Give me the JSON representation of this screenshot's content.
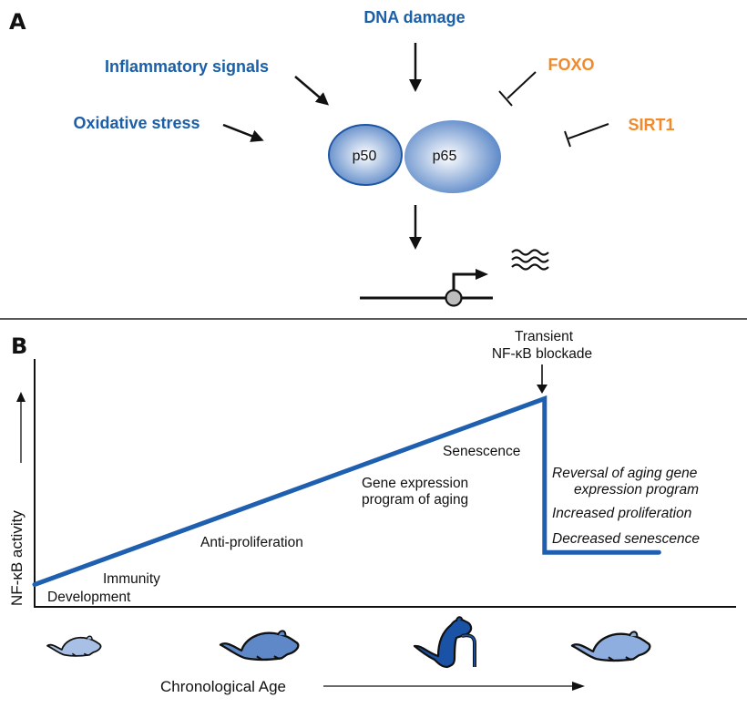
{
  "figure": {
    "panel_a": {
      "label": "A",
      "activators": [
        {
          "id": "dna-damage",
          "text": "DNA damage"
        },
        {
          "id": "inflammatory-signals",
          "text": "Inflammatory signals"
        },
        {
          "id": "oxidative-stress",
          "text": "Oxidative stress"
        }
      ],
      "inhibitors": [
        {
          "id": "foxo",
          "text": "FOXO"
        },
        {
          "id": "sirt1",
          "text": "SIRT1"
        }
      ],
      "complex": {
        "subunit_1": "p50",
        "subunit_2": "p65"
      },
      "output": "gene transcription (mRNA)",
      "colors": {
        "activator": "#1a5fa8",
        "inhibitor": "#f08a2a",
        "complex": "#4f7fc4"
      }
    },
    "panel_b": {
      "label": "B",
      "y_axis_label": "NF-κB activity",
      "x_axis_label": "Chronological Age",
      "blockade_label_line1": "Transient",
      "blockade_label_line2": "NF-κB blockade",
      "stages": {
        "development": "Development",
        "immunity": "Immunity",
        "anti_proliferation": "Anti-proliferation",
        "gene_expr_line1": "Gene expression",
        "gene_expr_line2": "program of aging",
        "senescence": "Senescence"
      },
      "after_blockade": {
        "reversal_line1": "Reversal of aging gene",
        "reversal_line2": "expression program",
        "increased_proliferation": "Increased proliferation",
        "decreased_senescence": "Decreased senescence"
      },
      "line_color": "#1e5fb0",
      "mice": [
        {
          "stage": "young",
          "color": "#a9c0e6"
        },
        {
          "stage": "adult",
          "color": "#5f88c9"
        },
        {
          "stage": "old",
          "color": "#1a52a5"
        },
        {
          "stage": "rejuvenated",
          "color": "#8eaee0"
        }
      ]
    }
  },
  "chart_data": {
    "type": "line",
    "title": "",
    "xlabel": "Chronological Age",
    "ylabel": "NF-κB activity",
    "xlim": [
      0,
      1
    ],
    "ylim": [
      0,
      1
    ],
    "grid": false,
    "series": [
      {
        "name": "NF-κB activity",
        "x": [
          0.0,
          0.727,
          0.727,
          0.89
        ],
        "y": [
          0.09,
          0.84,
          0.22,
          0.22
        ]
      }
    ],
    "annotations": [
      "Development",
      "Immunity",
      "Anti-proliferation",
      "Gene expression program of aging",
      "Senescence",
      "Transient NF-κB blockade",
      "Reversal of aging gene expression program",
      "Increased proliferation",
      "Decreased senescence"
    ]
  }
}
